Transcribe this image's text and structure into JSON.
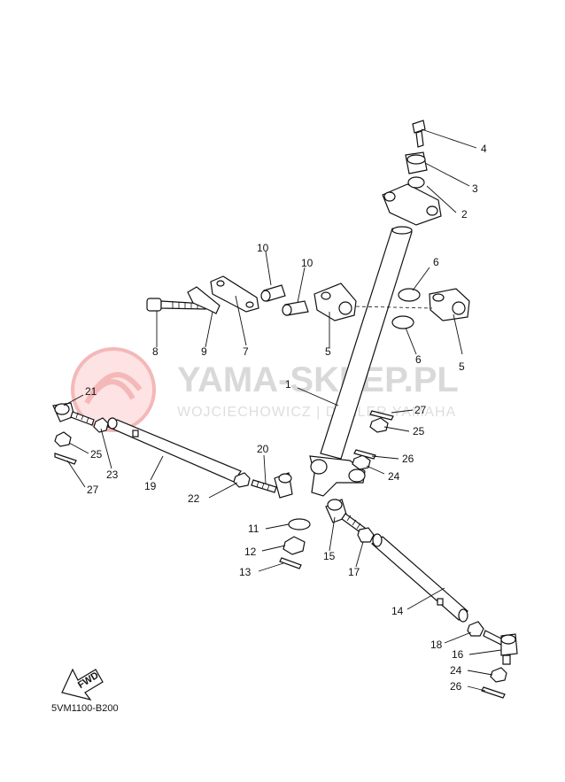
{
  "diagram_code": "5VM1100-B200",
  "watermark": {
    "brand": "YAMA-SKLEP.PL",
    "subtitle": "WOJCIECHOWICZ | DEALER YAMAHA"
  },
  "fwd_label": "FWD",
  "callouts": [
    "1",
    "2",
    "3",
    "4",
    "5",
    "5",
    "6",
    "6",
    "7",
    "8",
    "9",
    "10",
    "10",
    "11",
    "12",
    "13",
    "14",
    "15",
    "16",
    "17",
    "18",
    "19",
    "20",
    "21",
    "22",
    "23",
    "24",
    "24",
    "25",
    "25",
    "26",
    "26",
    "27",
    "27"
  ]
}
